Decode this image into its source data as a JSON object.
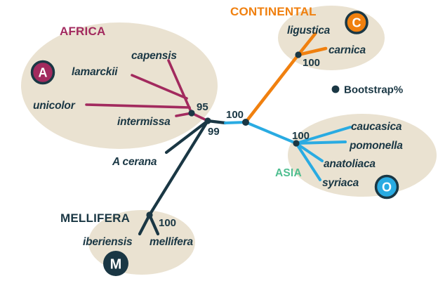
{
  "legend": {
    "label": "Bootstrap%"
  },
  "colors": {
    "africa": "#A22A5E",
    "continental": "#F0800F",
    "asia_branch": "#29ABE2",
    "asia_label": "#4FBE90",
    "mellifera_navy": "#1A3744",
    "cluster_blob": "#EAE2D1",
    "background": "#FFFFFF"
  },
  "groups": {
    "africa": {
      "name": "AFRICA",
      "badge": "A",
      "bootstrap": "95",
      "species": [
        "capensis",
        "lamarckii",
        "unicolor",
        "intermissa"
      ]
    },
    "continental": {
      "name": "CONTINENTAL",
      "badge": "C",
      "bootstrap": "100",
      "species": [
        "ligustica",
        "carnica"
      ]
    },
    "asia": {
      "name": "ASIA",
      "badge": "O",
      "bootstrap": "100",
      "species": [
        "caucasica",
        "pomonella",
        "anatoliaca",
        "syriaca"
      ]
    },
    "mellifera": {
      "name": "MELLIFERA",
      "badge": "M",
      "bootstrap": "100",
      "species": [
        "iberiensis",
        "mellifera"
      ]
    }
  },
  "outgroup": {
    "label": "A cerana"
  },
  "central_bootstraps": {
    "root": "99",
    "hub": "100"
  }
}
